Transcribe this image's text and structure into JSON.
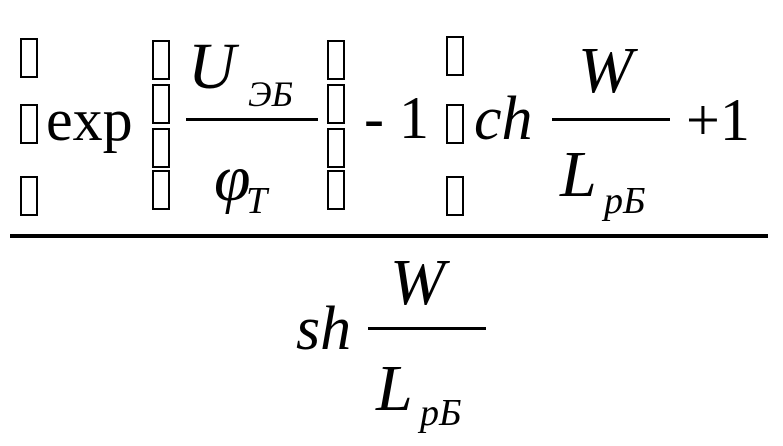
{
  "formula": {
    "numerator": {
      "exp_label": "exp",
      "inner_fraction": {
        "num_main": "U",
        "num_sub": "ЭБ",
        "den_main": "φ",
        "den_sub": "T"
      },
      "minus_one": "- 1",
      "ch_label": "ch",
      "ch_fraction": {
        "num": "W",
        "den_main": "L",
        "den_sub": "рБ"
      },
      "plus_one": "+1"
    },
    "denominator": {
      "sh_label": "sh",
      "sh_fraction": {
        "num": "W",
        "den_main": "L",
        "den_sub": "рБ"
      }
    }
  }
}
